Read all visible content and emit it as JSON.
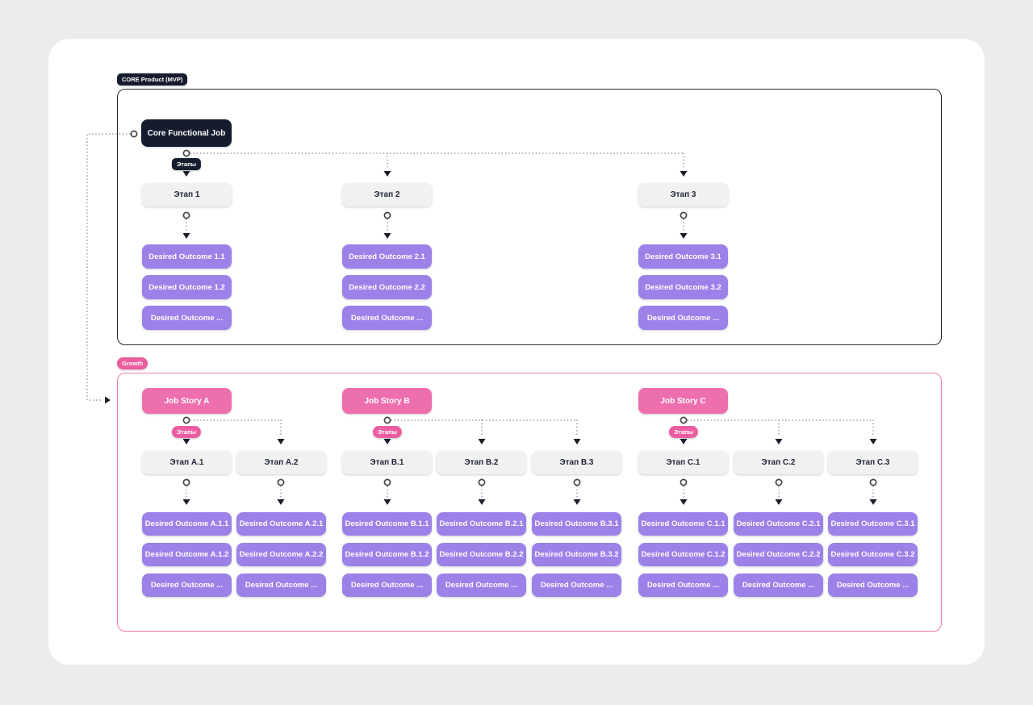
{
  "canvas": {
    "background_color": "#ececec",
    "card_color": "#ffffff"
  },
  "core_section": {
    "badge": "CORE Product (MVP)",
    "border_color": "#242c3c",
    "job": {
      "label": "Core Functional Job",
      "color": "#151c2e"
    },
    "stages_badge": "Этапы",
    "stage_color": "#f1f1f2",
    "outcome_color": "#9c81e8",
    "columns": [
      {
        "stage": "Этап 1",
        "outcomes": [
          "Desired Outcome 1.1",
          "Desired Outcome 1.2",
          "Desired Outcome ..."
        ]
      },
      {
        "stage": "Этап 2",
        "outcomes": [
          "Desired Outcome 2.1",
          "Desired Outcome 2.2",
          "Desired Outcome ..."
        ]
      },
      {
        "stage": "Этап 3",
        "outcomes": [
          "Desired Outcome 3.1",
          "Desired Outcome 3.2",
          "Desired Outcome ..."
        ]
      }
    ]
  },
  "growth_section": {
    "badge": "Growth",
    "border_color": "#f27ab4",
    "stages_badge": "Этапы",
    "job_color": "#ee6fae",
    "badge_color": "#ec5d9f",
    "groups": [
      {
        "job_story": "Job Story A",
        "columns": [
          {
            "stage": "Этап A.1",
            "outcomes": [
              "Desired Outcome A.1.1",
              "Desired Outcome A.1.2",
              "Desired Outcome ..."
            ]
          },
          {
            "stage": "Этап A.2",
            "outcomes": [
              "Desired Outcome A.2.1",
              "Desired Outcome A.2.2",
              "Desired Outcome ..."
            ]
          }
        ]
      },
      {
        "job_story": "Job Story B",
        "columns": [
          {
            "stage": "Этап B.1",
            "outcomes": [
              "Desired Outcome B.1.1",
              "Desired Outcome B.1.2",
              "Desired Outcome ..."
            ]
          },
          {
            "stage": "Этап B.2",
            "outcomes": [
              "Desired Outcome B.2.1",
              "Desired Outcome B.2.2",
              "Desired Outcome ..."
            ]
          },
          {
            "stage": "Этап B.3",
            "outcomes": [
              "Desired Outcome B.3.1",
              "Desired Outcome B.3.2",
              "Desired Outcome ..."
            ]
          }
        ]
      },
      {
        "job_story": "Job Story C",
        "columns": [
          {
            "stage": "Этап C.1",
            "outcomes": [
              "Desired Outcome C.1.1",
              "Desired Outcome C.1.2",
              "Desired Outcome ..."
            ]
          },
          {
            "stage": "Этап C.2",
            "outcomes": [
              "Desired Outcome C.2.1",
              "Desired Outcome C.2.2",
              "Desired Outcome ..."
            ]
          },
          {
            "stage": "Этап C.3",
            "outcomes": [
              "Desired Outcome C.3.1",
              "Desired Outcome C.3.2",
              "Desired Outcome ..."
            ]
          }
        ]
      }
    ]
  }
}
